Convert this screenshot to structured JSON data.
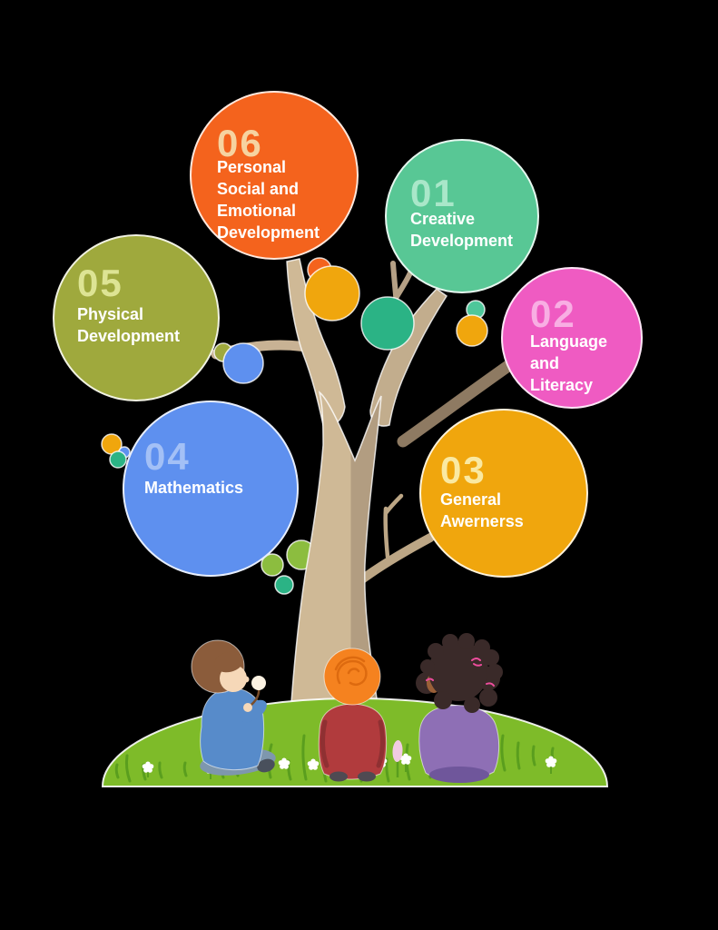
{
  "figure": "Early childhood development areas tree infographic",
  "background_color": "#000000",
  "nodes": [
    {
      "number": "01",
      "label": "Creative\nDevelopment",
      "circle_color": "#58C795",
      "number_color": "#A9E7C9"
    },
    {
      "number": "02",
      "label": "Language\nand\nLiteracy",
      "circle_color": "#EF5BC2",
      "number_color": "#F8AEE3"
    },
    {
      "number": "03",
      "label": "General\nAwernerss",
      "circle_color": "#F0A60D",
      "number_color": "#FAE9A2"
    },
    {
      "number": "04",
      "label": "Mathematics",
      "circle_color": "#5E90EF",
      "number_color": "#A3C0F6"
    },
    {
      "number": "05",
      "label": "Physical\nDevelopment",
      "circle_color": "#9FA93D",
      "number_color": "#DDE494"
    },
    {
      "number": "06",
      "label": "Personal\nSocial and\nEmotional\nDevelopment",
      "circle_color": "#F4631D",
      "number_color": "#F6D3A0"
    }
  ],
  "scene": {
    "tree": {
      "trunk_light": "#CFB996",
      "trunk_dark": "#B29D81",
      "branch_light": "#C8B294",
      "branch_gray": "#8E7A62"
    },
    "ground": {
      "grass_mound": "#7EBB29",
      "grass_blades": "#5A9E1E",
      "flower_white": "#FFFFFF",
      "tulip_pink": "#F1CBE1"
    },
    "bush": {
      "green": "#8CBD3F",
      "teal": "#2BB385"
    },
    "accent_dot_colors": [
      "#F4631D",
      "#F0A60D",
      "#2BB385",
      "#4EC79A",
      "#9FA93D",
      "#5E90EF"
    ],
    "children": [
      "boy-blue-shirt-with-dandelion",
      "child-orange-hair-red-shirt",
      "girl-curly-hair-purple-shirt"
    ]
  }
}
